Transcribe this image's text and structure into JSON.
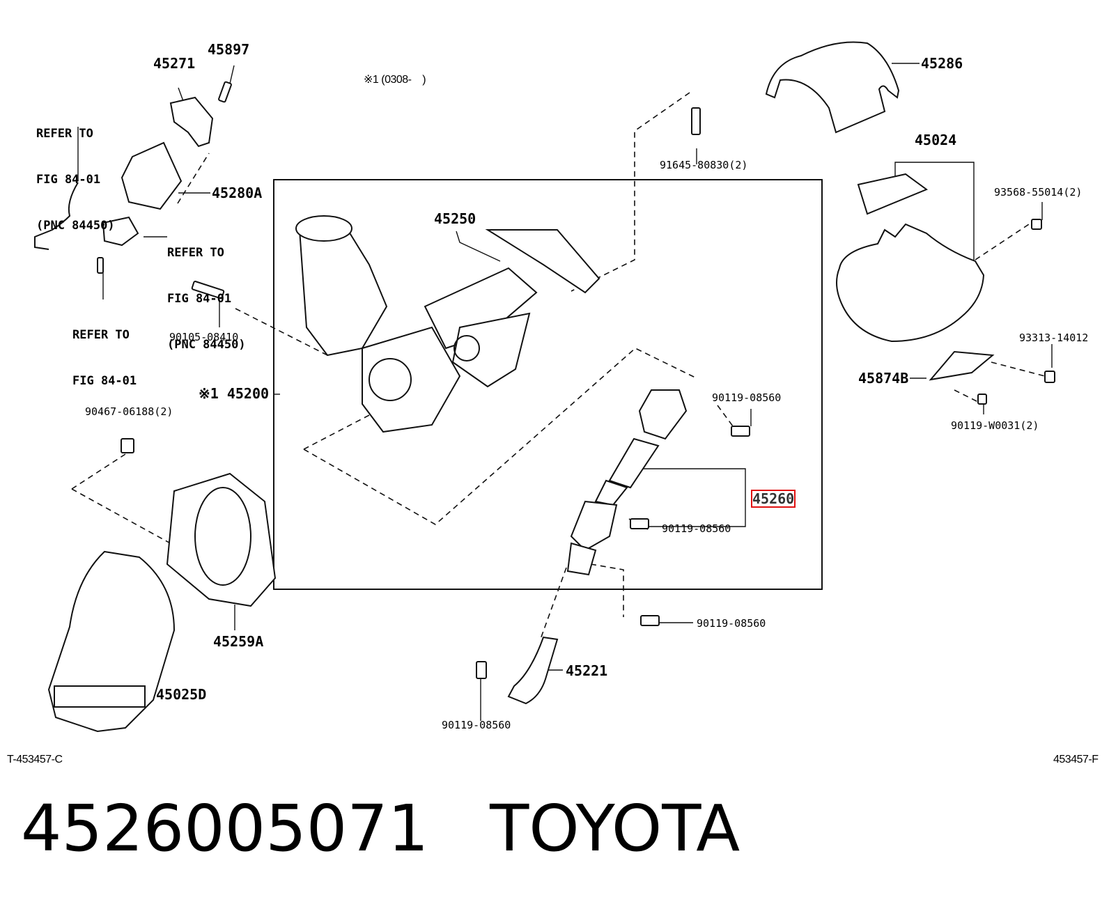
{
  "diagram": {
    "box_note": "※1 (0308-    )",
    "refer_fig_1": [
      "REFER TO",
      "FIG 84-01",
      "(PNC 84450)"
    ],
    "refer_fig_2": [
      "REFER TO",
      "FIG 84-01",
      "(PNC 84450)"
    ],
    "refer_fig_3": [
      "REFER TO",
      "FIG 84-01"
    ],
    "part_45271": "45271",
    "part_45897": "45897",
    "part_45280A": "45280A",
    "part_45286": "45286",
    "part_91645": "91645-80830(2)",
    "part_45024": "45024",
    "part_93568": "93568-55014(2)",
    "part_45250": "45250",
    "part_90105": "90105-08410",
    "part_93313": "93313-14012",
    "part_45874B": "45874B",
    "part_90119_w": "90119-W0031(2)",
    "part_45200": "※1 45200",
    "part_90119_a": "90119-08560",
    "part_90467": "90467-06188(2)",
    "part_45260": "45260",
    "part_90119_b": "90119-08560",
    "part_45259A": "45259A",
    "part_90119_c": "90119-08560",
    "part_45221": "45221",
    "part_45025D": "45025D",
    "part_90119_d": "90119-08560",
    "ref_left": "T-453457-C",
    "ref_right": "453457-F"
  },
  "footer": {
    "part_number": "4526005071",
    "brand": "TOYOTA"
  }
}
